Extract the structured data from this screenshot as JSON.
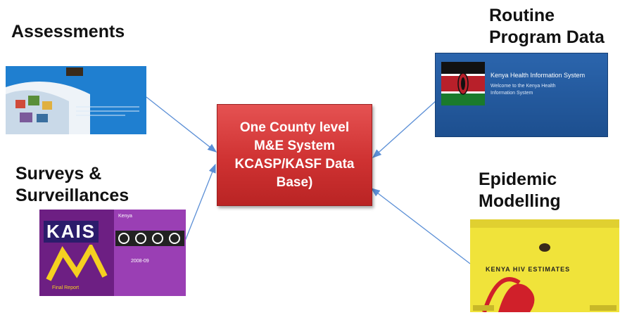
{
  "labels": {
    "assessments": "Assessments",
    "routine_line1": "Routine",
    "routine_line2": "Program Data",
    "surveys_line1": "Surveys &",
    "surveys_line2": "Surveillances",
    "epi_line1": "Epidemic",
    "epi_line2": "Modelling"
  },
  "center_box": {
    "line1": "One County  level",
    "line2": "M&E System",
    "line3": "KCASP/KASF Data",
    "line4": "Base)"
  },
  "thumbnails": {
    "khis_title": "Kenya Health Information System",
    "khis_subtitle": "Welcome to the Kenya Health Information System",
    "kais_word": "KAIS",
    "kais_kenya": "Kenya",
    "kais_years": "2008-09",
    "kais_final": "Final Report",
    "hiv_title": "KENYA HIV ESTIMATES"
  },
  "colors": {
    "center_box": "#cf3232",
    "arrow": "#5b8fd6",
    "khis": "#2b65ad",
    "kais": "#7b2a8f",
    "hiv": "#f0e33a"
  }
}
